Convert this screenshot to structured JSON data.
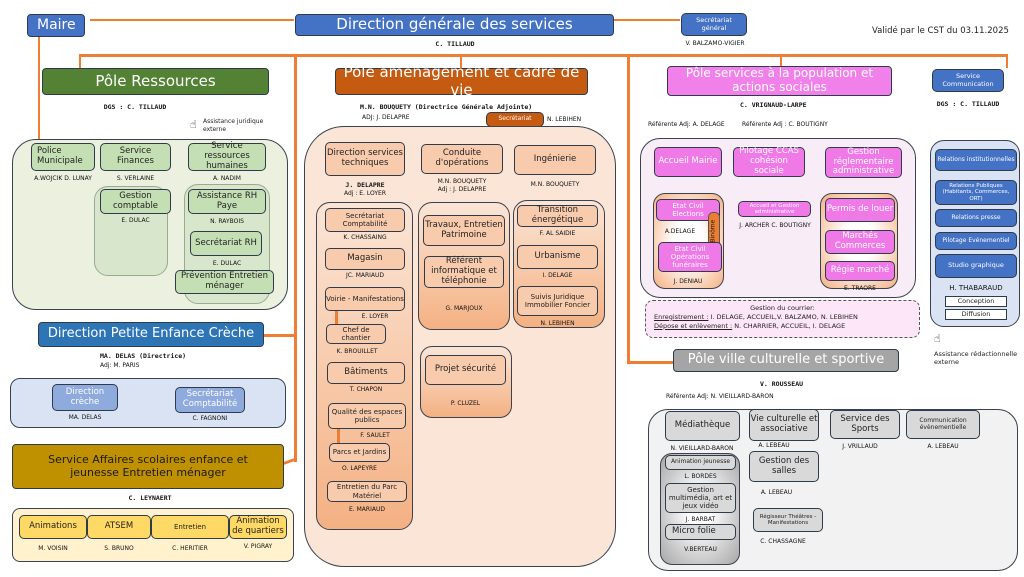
{
  "validation": "Validé par le CST du 03.11.2025",
  "maire": "Maire",
  "dgs": {
    "title": "Direction générale des services",
    "name": "C. TILLAUD"
  },
  "secretariat_general": {
    "title": "Secrétariat général",
    "name": "V. BALZAMO-VIGIER"
  },
  "pole_ressources": {
    "title": "Pôle Ressources",
    "head": "DGS : C. TILLAUD",
    "assist": "Assistance juridique externe",
    "units": [
      {
        "title": "Police Municipale",
        "name": "A.WOJCIK D. LUNAY"
      },
      {
        "title": "Service Finances",
        "name": "S. VERLAINE"
      },
      {
        "title": "Service ressources humaines",
        "name": "A. NADIM"
      },
      {
        "title": "Gestion comptable",
        "name": "E. DULAC"
      },
      {
        "title": "Assistance RH Paye",
        "name": "N. RAYBOIS"
      },
      {
        "title": "Secrétariat RH",
        "name": "E. DULAC"
      },
      {
        "title": "Prévention Entretien ménager",
        "name": ""
      }
    ]
  },
  "petite_enfance": {
    "title": "Direction Petite Enfance Crèche",
    "head": "MA. DELAS (Directrice)",
    "adj": "Adj: M. PARIS",
    "units": [
      {
        "title": "Direction crèche",
        "name": "MA. DELAS"
      },
      {
        "title": "Secrétariat Comptabilité",
        "name": "C. FAGNONI"
      }
    ]
  },
  "affaires_scolaires": {
    "title": "Service Affaires scolaires enfance et jeunesse Entretien ménager",
    "head": "C. LEYNAERT",
    "units": [
      {
        "title": "Animations",
        "name": "M. VOISIN"
      },
      {
        "title": "ATSEM",
        "name": "S. BRUNO"
      },
      {
        "title": "Entretien",
        "name": "C. HERITIER"
      },
      {
        "title": "Animation de quartiers",
        "name": "V. PIGRAY"
      }
    ]
  },
  "pole_amenagement": {
    "title": "Pôle aménagement et cadre de vie",
    "head": "M.N. BOUQUETY (Directrice Générale Adjointe)",
    "adj": "ADJ: J. DELAPRE",
    "secretariat": "Secrétariat",
    "secretariat_name": "N. LEBIHEN",
    "top_units": [
      {
        "title": "Direction services techniques",
        "name": "J. DELAPRE",
        "adj": "Adj : E. LOYER"
      },
      {
        "title": "Conduite d'opérations",
        "name": "M.N. BOUQUETY",
        "adj": "Adj : J. DELAPRE"
      },
      {
        "title": "Ingénierie",
        "name": "M.N. BOUQUETY"
      }
    ],
    "col1": [
      {
        "title": "Secrétariat Comptabilité",
        "name": "K. CHASSAING"
      },
      {
        "title": "Magasin",
        "name": "JC. MARIAUD"
      },
      {
        "title": "Voirie - Manifestations",
        "name": "E. LOYER"
      },
      {
        "title": "Chef de chantier",
        "name": "K. BROUILLET"
      },
      {
        "title": "Bâtiments",
        "name": "T. CHAPON"
      },
      {
        "title": "Qualité des espaces publics",
        "name": "F. SAULET"
      },
      {
        "title": "Parcs et Jardins",
        "name": "O. LAPEYRE"
      },
      {
        "title": "Entretien du Parc Matériel",
        "name": "E. MARIAUD"
      }
    ],
    "col2": [
      {
        "title": "Travaux, Entretien Patrimoine",
        "name": ""
      },
      {
        "title": "Référent informatique et téléphonie",
        "name": "G. MARJOUX"
      }
    ],
    "col3": [
      {
        "title": "Transition énergétique",
        "name": "F. AL SAIDIE"
      },
      {
        "title": "Urbanisme",
        "name": "I. DELAGE"
      },
      {
        "title": "Suivis Juridique Immobilier Foncier",
        "name": "N. LEBIHEN"
      }
    ],
    "projet": {
      "title": "Projet sécurité",
      "name": "P. CLUZEL"
    }
  },
  "pole_population": {
    "title": "Pôle services à la population et actions sociales",
    "head": "C. VRIGNAUD-LARPE",
    "ref1": "Référente Adj: A. DELAGE",
    "ref2": "Référente Adj : C. BOUTIGNY",
    "top_units": [
      {
        "title": "Accueil Mairie"
      },
      {
        "title": "Pilotage CCAS cohésion sociale"
      },
      {
        "title": "Gestion réglementaire administrative"
      }
    ],
    "etat_civil_1": "Etat Civil Elections",
    "etat_civil_1_name": "A.DELAGE",
    "binome": "En Binôme",
    "etat_civil_2": "Etat Civil Opérations funéraires",
    "etat_civil_group_name": "J. DENIAU",
    "accueil_gestion": "Accueil et Gestion administrative",
    "accueil_gestion_name": "J. ARCHER C. BOUTIGNY",
    "right_units": [
      {
        "title": "Permis de louer"
      },
      {
        "title": "Marchés Commerces"
      },
      {
        "title": "Régie marché"
      }
    ],
    "right_group_name": "E. TRAORE",
    "courrier": {
      "title": "Gestion du courrier:",
      "line1_label": "Enregistrement :",
      "line1": " I. DELAGE, ACCUEIL,V. BALZAMO, N. LEBIHEN",
      "line2_label": "Dépose et enlèvement :",
      "line2": " N. CHARRIER, ACCUEIL, I. DELAGE"
    }
  },
  "communication": {
    "title": "Service Communication",
    "head": "DGS : C. TILLAUD",
    "units": [
      "Relations institutionnelles",
      "Relations Publiques (Habitants, Commerces, ORT)",
      "Relations presse",
      "Pilotage Evénementiel",
      "Studio graphique"
    ],
    "name": "H. THABARAUD",
    "sub": [
      "Conception",
      "Diffusion"
    ],
    "assist": "Assistance rédactionnelle externe"
  },
  "pole_culture": {
    "title": "Pôle ville culturelle et sportive",
    "head": "V. ROUSSEAU",
    "ref": "Référente Adj: N. VIEILLARD-BARON",
    "mediatheque": {
      "title": "Médiathèque",
      "name": "N. VIEILLARD-BARON"
    },
    "med_units": [
      {
        "title": "Animation jeunesse",
        "name": "L. BORDES"
      },
      {
        "title": "Gestion multimédia, art et jeux vidéo",
        "name": "J. BARBAT"
      },
      {
        "title": "Micro folie",
        "name": "V.BERTEAU"
      }
    ],
    "vie_culturelle": {
      "title": "Vie culturelle et associative",
      "name": "A. LEBEAU"
    },
    "salles": {
      "title": "Gestion des salles",
      "name": "A. LEBEAU"
    },
    "regisseur": {
      "title": "Régisseur Théâtres - Manifestations",
      "name": "C. CHASSAGNE"
    },
    "sports": {
      "title": "Service des Sports",
      "name": "J. VRILLAUD"
    },
    "com_event": {
      "title": "Communication évènementielle",
      "name": "A. LEBEAU"
    }
  }
}
